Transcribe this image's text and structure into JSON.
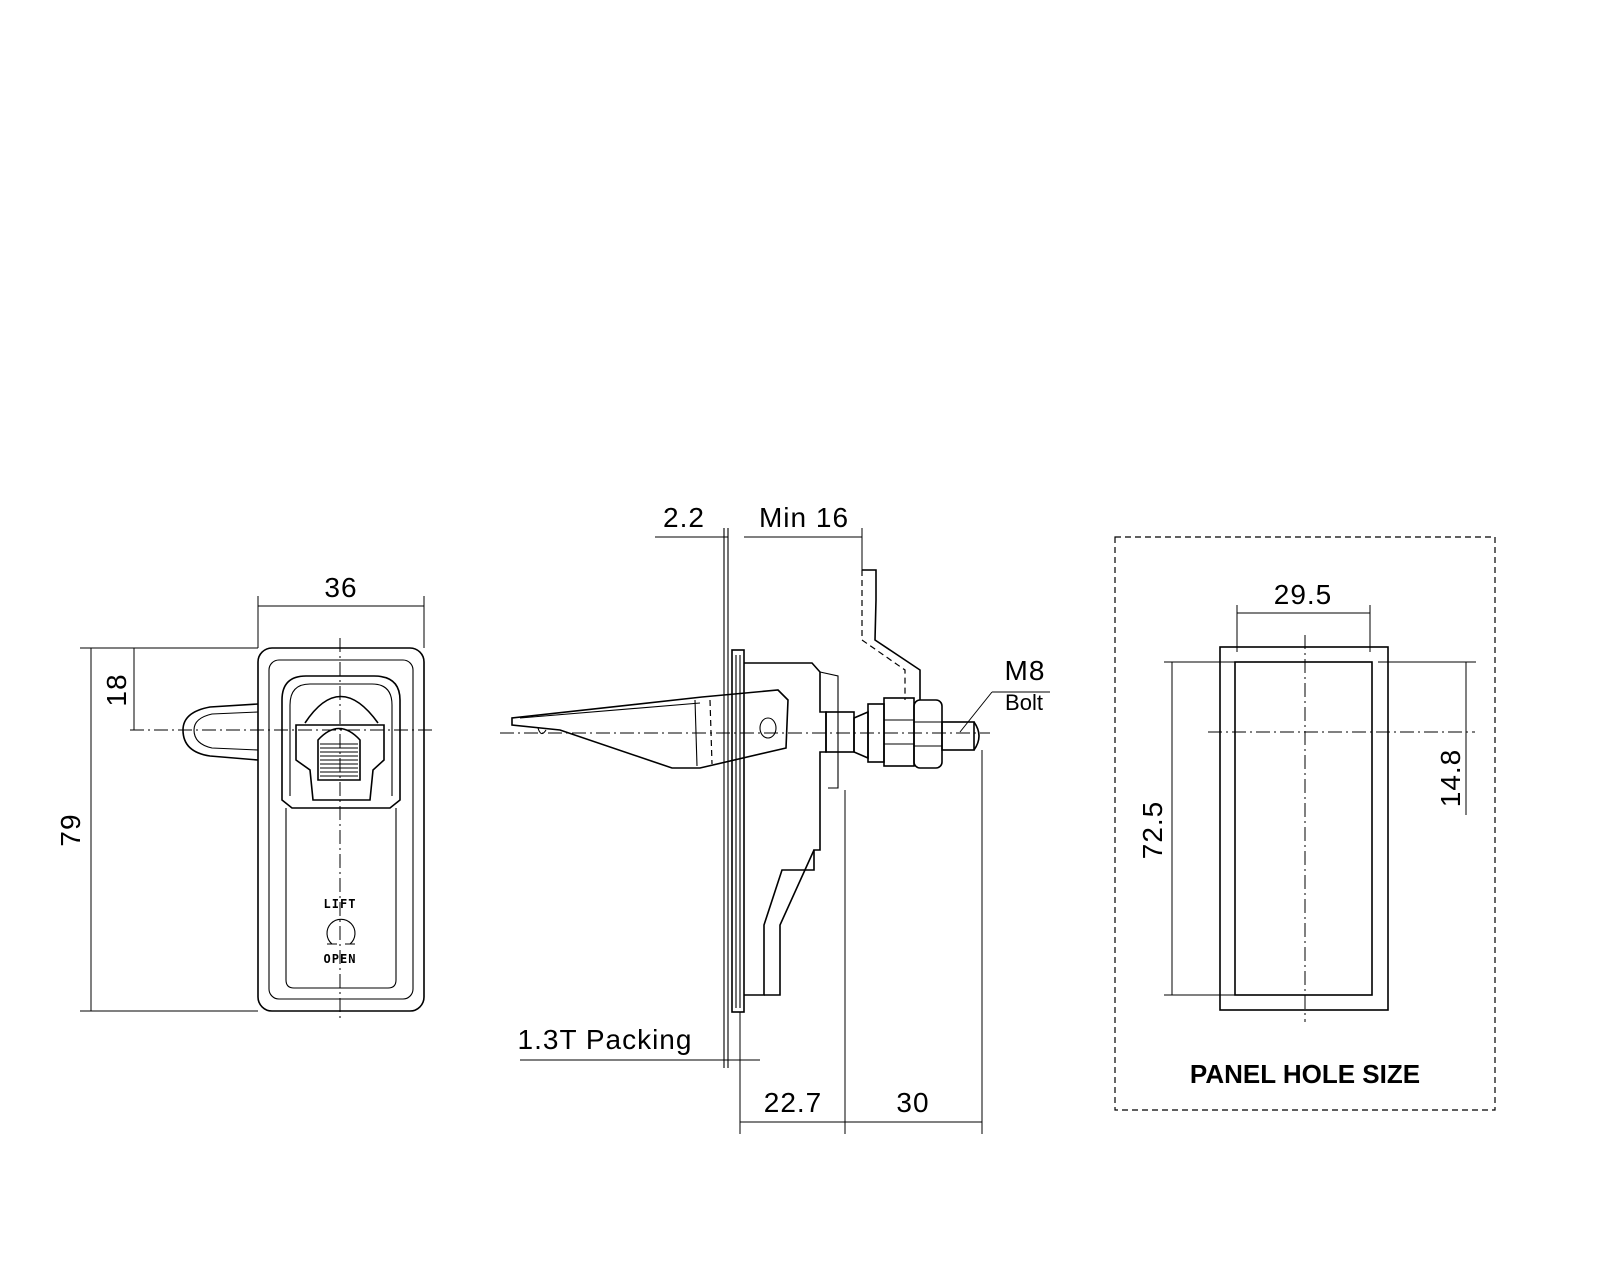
{
  "front_view": {
    "dim_width": "36",
    "dim_height": "79",
    "dim_handle_offset": "18",
    "mark_lift": "LIFT",
    "mark_open": "OPEN"
  },
  "side_view": {
    "dim_panel_thickness": "2.2",
    "dim_min_depth": "Min 16",
    "bolt_size": "M8",
    "bolt_label": "Bolt",
    "packing_label": "1.3T Packing",
    "dim_body_depth": "22.7",
    "dim_bolt_length": "30"
  },
  "panel_hole": {
    "dim_width": "29.5",
    "dim_height": "72.5",
    "dim_offset": "14.8",
    "title": "PANEL HOLE SIZE"
  }
}
